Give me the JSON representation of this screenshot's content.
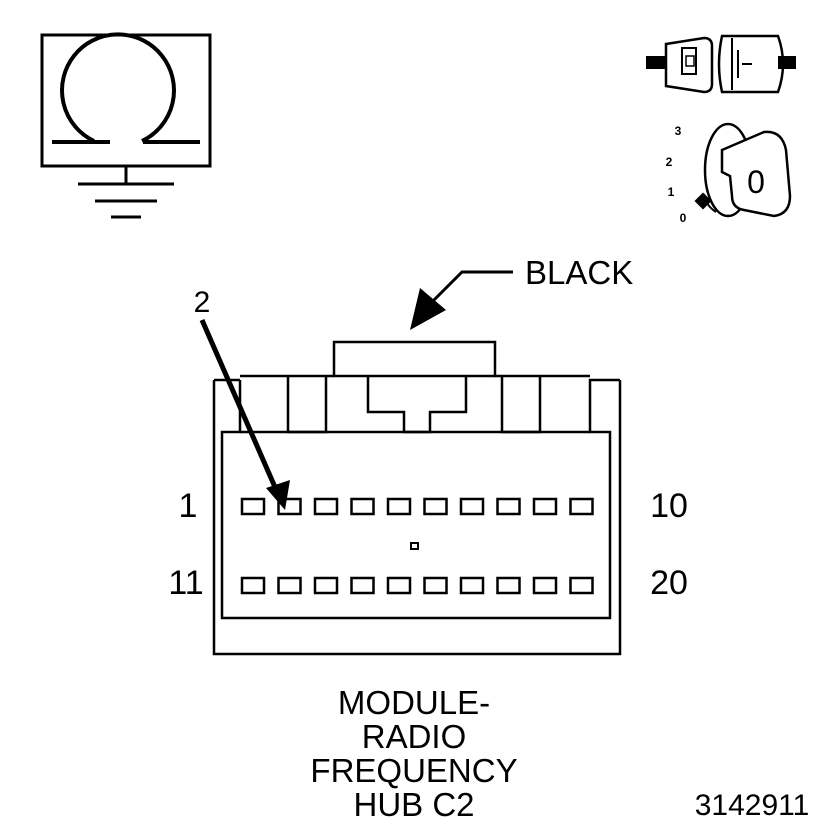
{
  "icons": {
    "ohmmeter": "ohmmeter-ground-icon",
    "connector": "disconnect-connector-icon",
    "ignition": "ignition-key-icon"
  },
  "ignition": {
    "positions": [
      "3",
      "2",
      "1",
      "0"
    ],
    "key_label": "0"
  },
  "connector": {
    "color_label": "BLACK",
    "pin_callout": "2",
    "pin_left_top": "1",
    "pin_right_top": "10",
    "pin_left_bottom": "11",
    "pin_right_bottom": "20",
    "cavities_per_row": 10
  },
  "caption": {
    "line1": "MODULE-",
    "line2": "RADIO",
    "line3": "FREQUENCY",
    "line4": "HUB C2"
  },
  "figure_number": "3142911",
  "colors": {
    "ink": "#000000",
    "background": "#ffffff"
  }
}
